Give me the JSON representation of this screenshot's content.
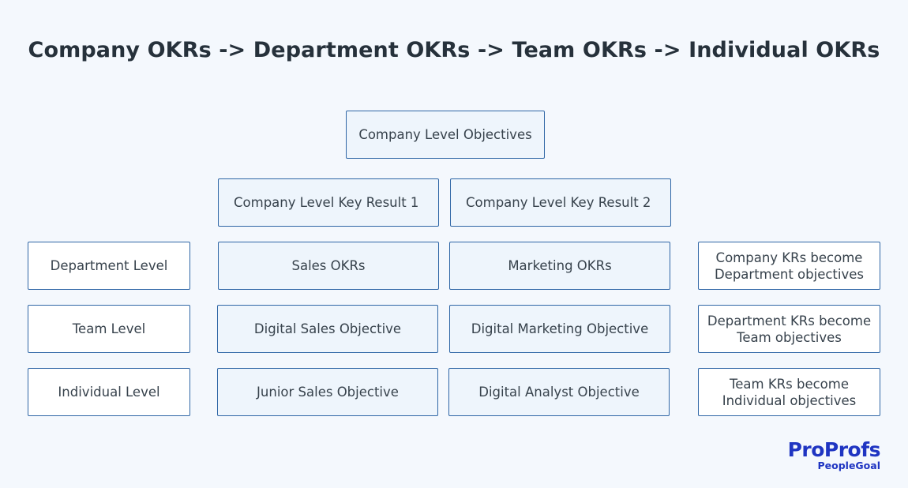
{
  "title": "Company OKRs -> Department OKRs -> Team OKRs -> Individual OKRs",
  "company": {
    "objectives": "Company Level Objectives",
    "key_result_1": "Company Level Key Result 1",
    "key_result_2": "Company Level Key Result 2"
  },
  "rows": [
    {
      "level": "Department Level",
      "left": "Sales OKRs",
      "right": "Marketing OKRs",
      "note_line1": "Company KRs become",
      "note_line2": "Department objectives"
    },
    {
      "level": "Team Level",
      "left": "Digital Sales Objective",
      "right": "Digital Marketing Objective",
      "note_line1": "Department KRs become",
      "note_line2": "Team objectives"
    },
    {
      "level": "Individual Level",
      "left": "Junior Sales Objective",
      "right": "Digital Analyst Objective",
      "note_line1": "Team KRs become",
      "note_line2": "Individual objectives"
    }
  ],
  "logo": {
    "brand": "ProProfs",
    "product": "PeopleGoal"
  },
  "colors": {
    "background": "#f4f8fd",
    "border": "#2f66a6",
    "text": "#37424c",
    "brand": "#1f35c2"
  }
}
